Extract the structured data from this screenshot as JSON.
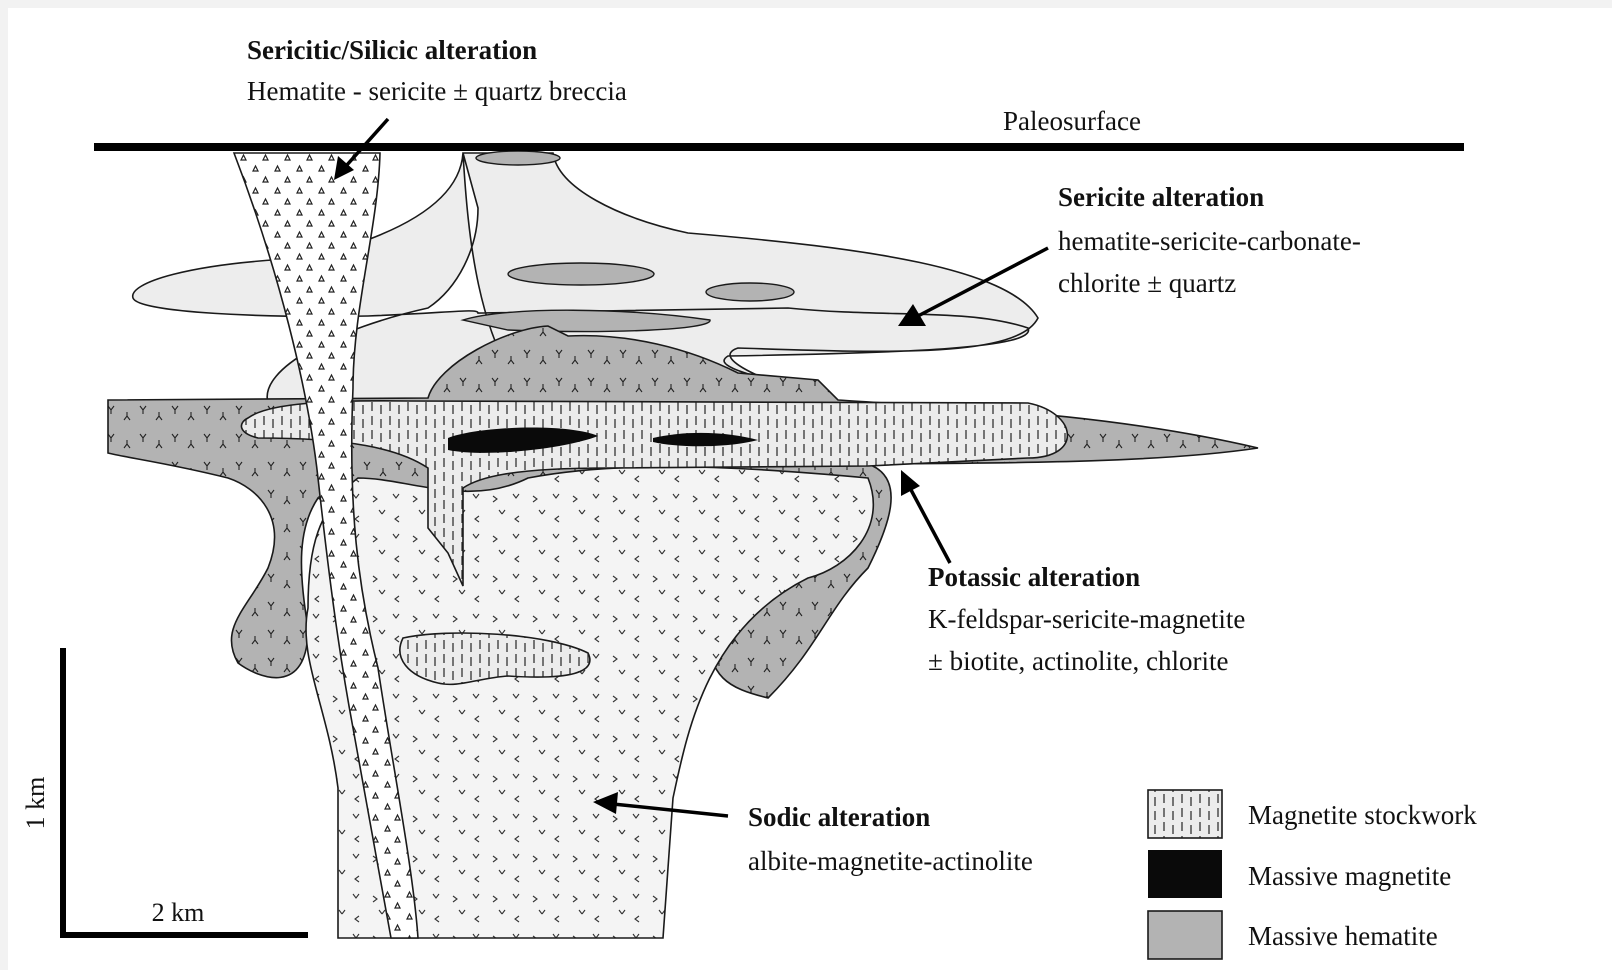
{
  "labels": {
    "sericitic_title": "Sericitic/Silicic alteration",
    "sericitic_desc": "Hematite - sericite ± quartz breccia",
    "paleosurface": "Paleosurface",
    "sericite_title": "Sericite alteration",
    "sericite_desc_1": "hematite-sericite-carbonate-",
    "sericite_desc_2": "chlorite ± quartz",
    "potassic_title": "Potassic alteration",
    "potassic_desc_1": "K-feldspar-sericite-magnetite",
    "potassic_desc_2": "± biotite, actinolite, chlorite",
    "sodic_title": "Sodic alteration",
    "sodic_desc": "albite-magnetite-actinolite"
  },
  "scale": {
    "vertical": "1 km",
    "horizontal": "2 km"
  },
  "legend": [
    {
      "label": "Magnetite stockwork",
      "pattern": "stockwork"
    },
    {
      "label": "Massive magnetite",
      "pattern": "solid-black"
    },
    {
      "label": "Massive hematite",
      "pattern": "solid-gray"
    }
  ],
  "colors": {
    "hematite": "#b3b3b3",
    "sericite": "#efefef",
    "magnetite": "#0a0a0a",
    "outline": "#1a1a1a"
  }
}
